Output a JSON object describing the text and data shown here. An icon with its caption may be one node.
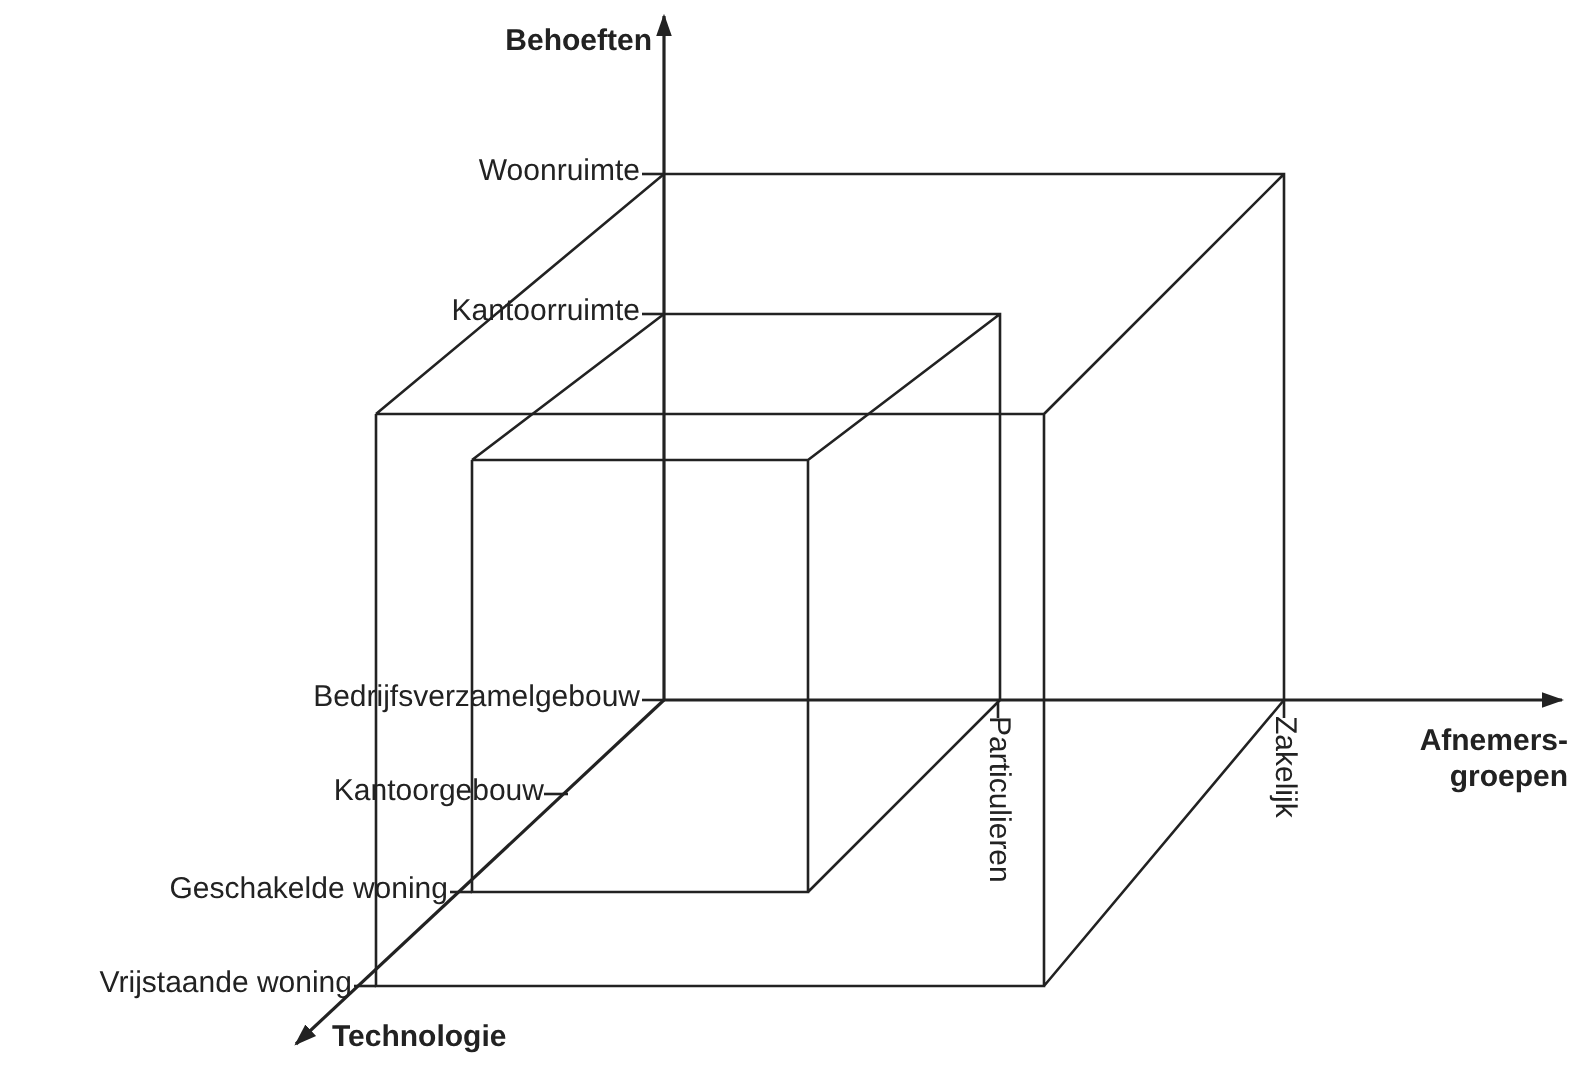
{
  "diagram": {
    "labels": [
      "Behoeften",
      "Woonruimte",
      "Kantoorruimte",
      "Bedrijfsverzamelgebouw",
      "Afnemers- groepen",
      "Kantoorgebouw",
      "Particulieren",
      "Zakelijk",
      "Geschakelde woning",
      "Vrijstaande woning",
      "Technologie"
    ]
  }
}
